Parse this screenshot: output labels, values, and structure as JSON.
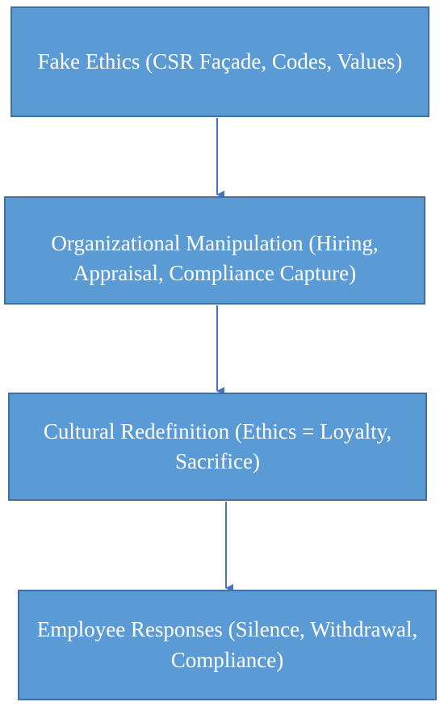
{
  "diagram": {
    "nodes": [
      {
        "id": "fake-ethics",
        "label": "Fake Ethics (CSR Façade, Codes, Values)"
      },
      {
        "id": "organizational-manipulation",
        "label": "Organizational Manipulation (Hiring, Appraisal, Compliance Capture)"
      },
      {
        "id": "cultural-redefinition",
        "label": "Cultural Redefinition (Ethics = Loyalty, Sacrifice)"
      },
      {
        "id": "employee-responses",
        "label": "Employee Responses  (Silence, Withdrawal, Compliance)"
      }
    ],
    "edges": [
      {
        "from": "fake-ethics",
        "to": "organizational-manipulation"
      },
      {
        "from": "organizational-manipulation",
        "to": "cultural-redefinition"
      },
      {
        "from": "cultural-redefinition",
        "to": "employee-responses"
      }
    ],
    "colors": {
      "box_fill": "#5b9bd5",
      "box_border": "#41719c",
      "box_text": "#ffffff",
      "arrow": "#4472c4"
    }
  }
}
